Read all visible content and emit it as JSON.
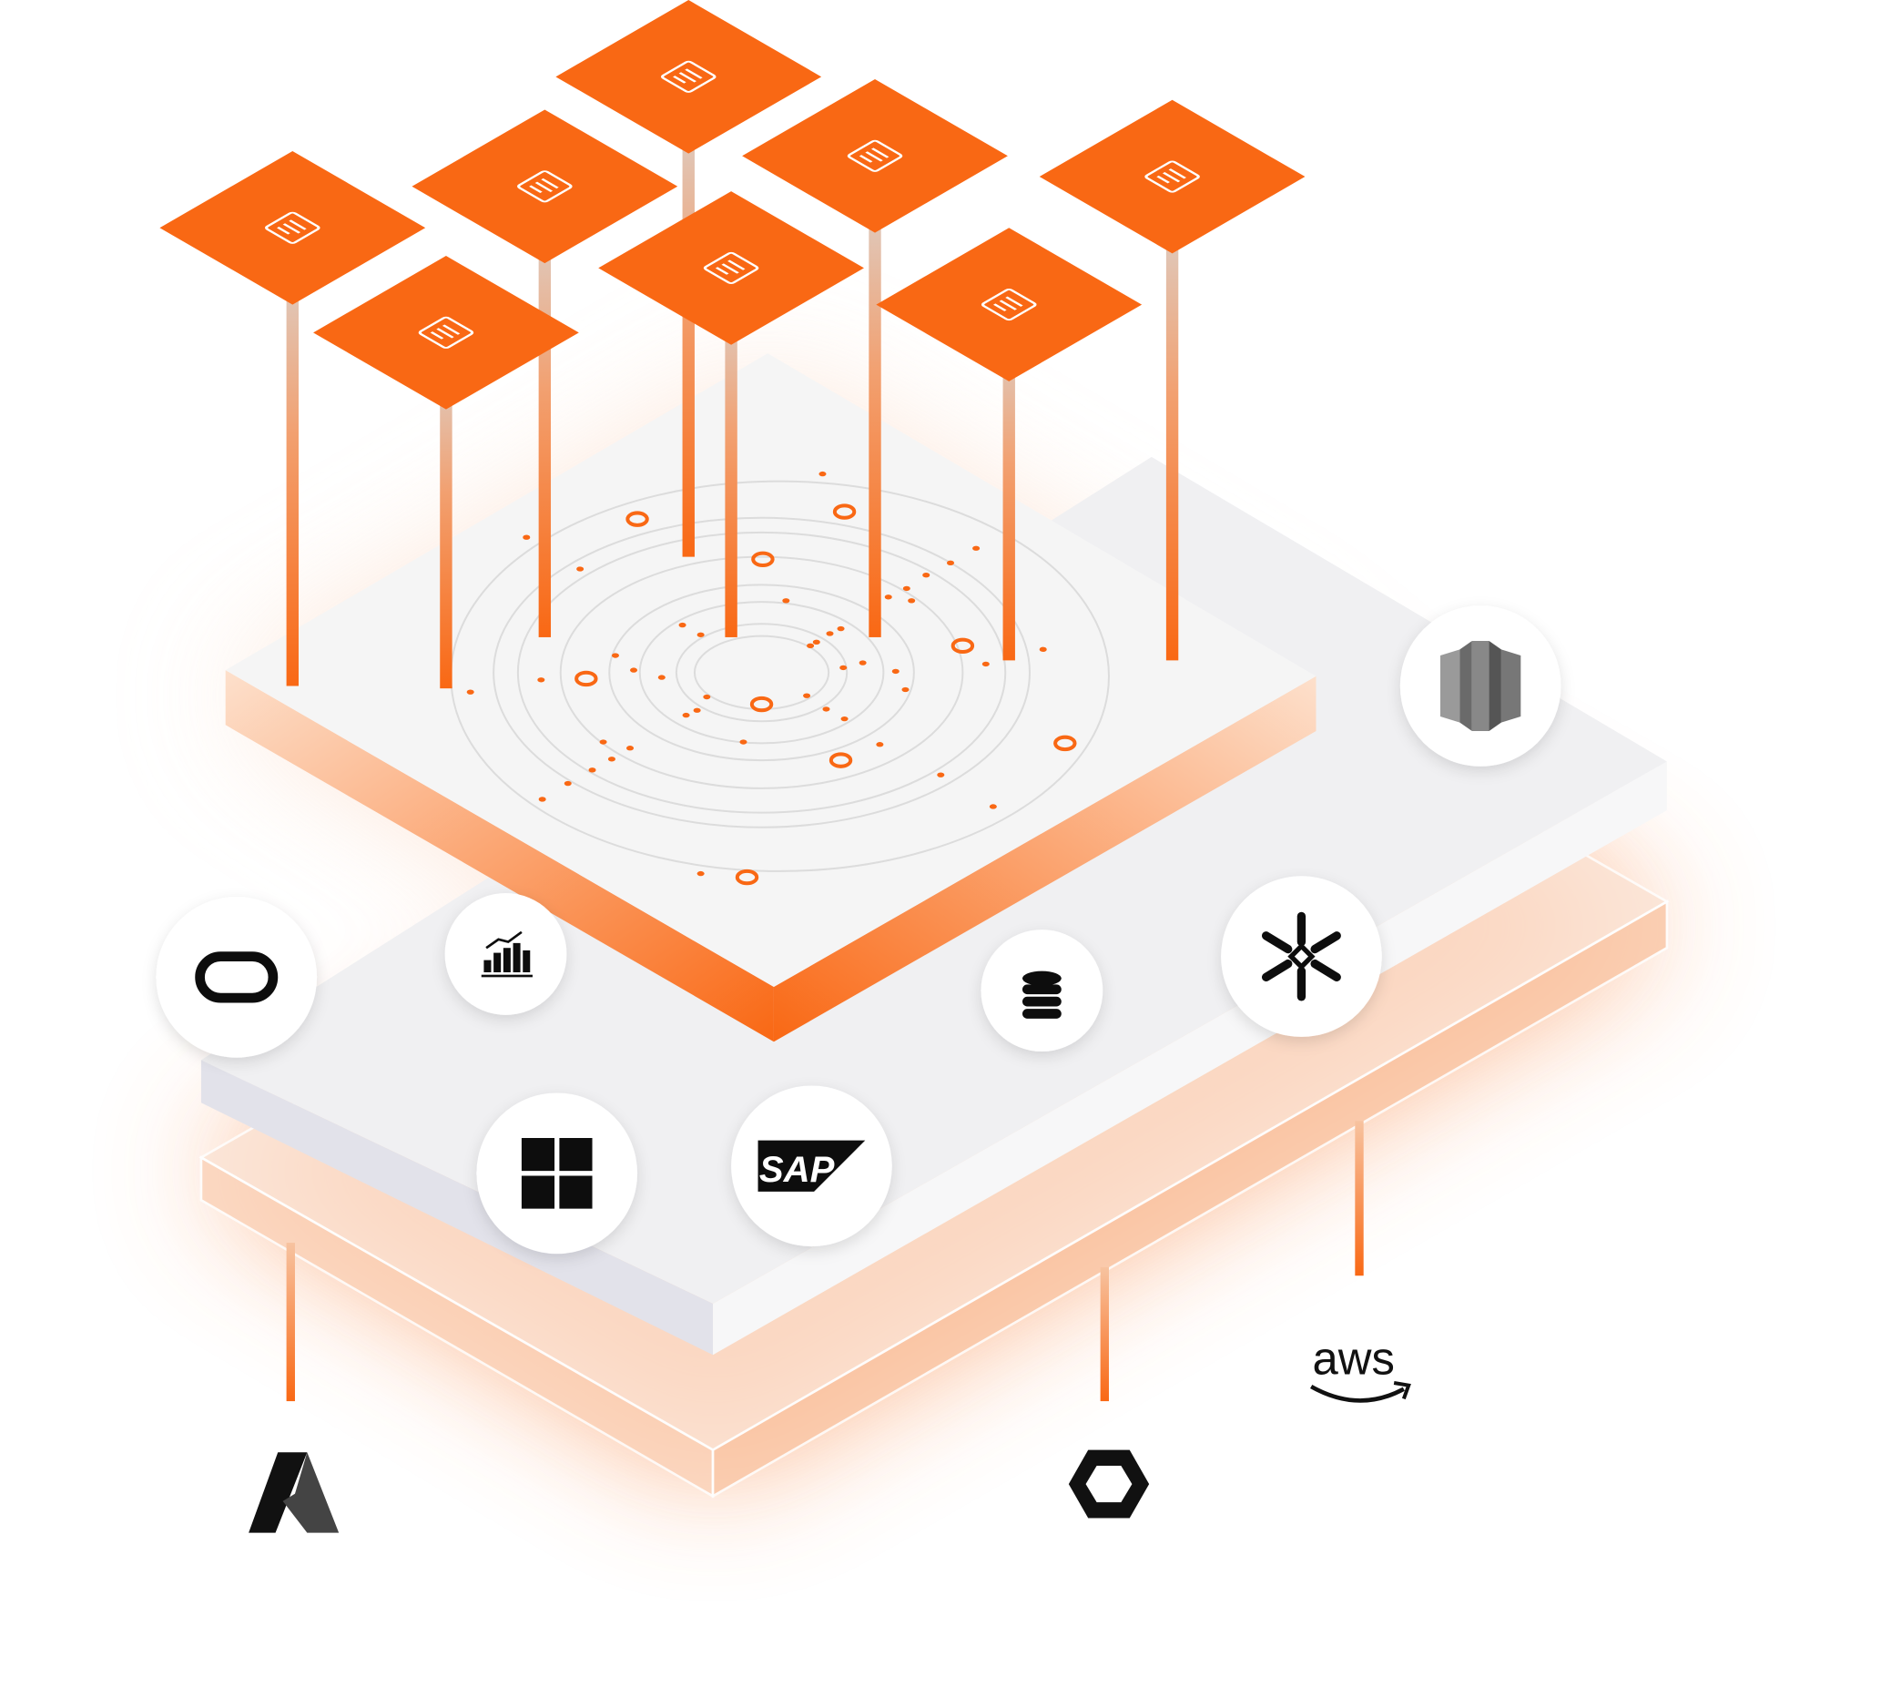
{
  "colors": {
    "accent": "#f96814",
    "platform": "#f4f4f5",
    "ring": "#dcdcdc",
    "logo": "#111111"
  },
  "tiles": [
    {
      "icon": "tablet-icon"
    },
    {
      "icon": "document-icon"
    },
    {
      "icon": "laptop-icon"
    },
    {
      "icon": "mail-icon"
    },
    {
      "icon": "list-document-icon"
    },
    {
      "icon": "chat-icon"
    },
    {
      "icon": "report-icon"
    },
    {
      "icon": "cloud-connect-icon"
    }
  ],
  "sources": {
    "oracle": {
      "icon": "oracle-icon"
    },
    "analytics": {
      "icon": "analytics-chart-icon"
    },
    "database": {
      "icon": "database-icon"
    },
    "snowflake": {
      "icon": "snowflake-icon"
    },
    "redshift": {
      "icon": "redshift-icon"
    },
    "windows": {
      "icon": "windows-icon"
    },
    "sap": {
      "icon": "sap-logo",
      "label": "SAP"
    }
  },
  "clouds": {
    "azure": {
      "icon": "azure-logo"
    },
    "gcp": {
      "icon": "google-cloud-logo"
    },
    "aws": {
      "icon": "aws-logo",
      "label": "aws"
    }
  }
}
